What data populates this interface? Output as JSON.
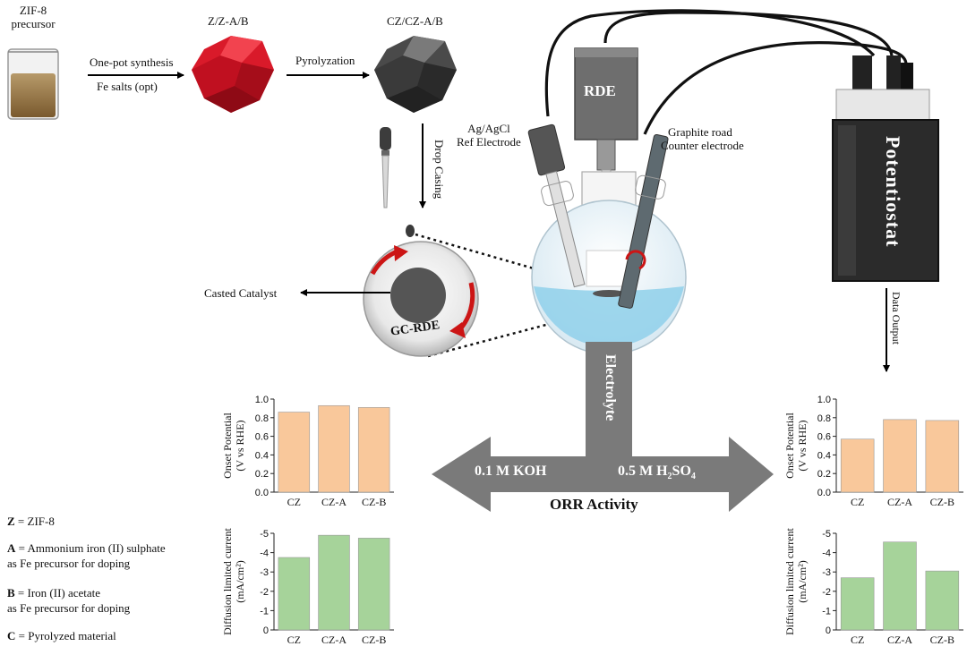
{
  "labels": {
    "zif8_precursor": [
      "ZIF-8",
      "precursor"
    ],
    "step1_top": "One-pot synthesis",
    "step1_bottom": "Fe salts (opt)",
    "z_label": "Z/Z-A/B",
    "pyrolyzation": "Pyrolyzation",
    "cz_label": "CZ/CZ-A/B",
    "drop_casing": "Drop Casing",
    "casted_catalyst": "Casted Catalyst",
    "gc_rde": "GC-RDE",
    "rde": "RDE",
    "ref_electrode": [
      "Ag/AgCl",
      "Ref Electrode"
    ],
    "counter_electrode": [
      "Graphite road",
      "Counter electrode"
    ],
    "potentiostat": "Potentiostat",
    "data_output": "Data Output",
    "electrolyte": "Electrolyte",
    "koh": "0.1 M KOH",
    "h2so4_prefix": "0.5 M H",
    "h2so4_sub": "2",
    "h2so4_suffix": "SO",
    "h2so4_sub2": "4",
    "orr_activity": "ORR Activity"
  },
  "legend": [
    {
      "key": "Z",
      "sep": " =   ",
      "text": [
        "ZIF-8"
      ]
    },
    {
      "key": "A",
      "sep": " =  ",
      "text": [
        "Ammonium iron (II) sulphate",
        "as Fe precursor for  doping"
      ]
    },
    {
      "key": "B",
      "sep": " = ",
      "text": [
        "Iron (II) acetate",
        "as Fe  precursor for doping"
      ]
    },
    {
      "key": "C",
      "sep": " = ",
      "text": [
        "Pyrolyzed material"
      ]
    }
  ],
  "colors": {
    "onset_bar": "#f9c89b",
    "diffusion_bar": "#a6d39a",
    "arrow_gray": "#7a7a7a",
    "crystal_red": "#d91a2a",
    "crystal_dark": "#444444",
    "potentiostat_body": "#2b2b2b",
    "liquid": "#8fd0ea"
  },
  "chart_data": [
    {
      "type": "bar",
      "panel": "KOH onset",
      "categories": [
        "CZ",
        "CZ-A",
        "CZ-B"
      ],
      "values": [
        0.86,
        0.93,
        0.91
      ],
      "ylabel": [
        "Onset Potential",
        "(V vs RHE)"
      ],
      "ylim": [
        0,
        1.0
      ],
      "ticks": [
        "1.0",
        "0.8",
        "0.6",
        "0.4",
        "0.2",
        "0.0"
      ]
    },
    {
      "type": "bar",
      "panel": "H2SO4 onset",
      "categories": [
        "CZ",
        "CZ-A",
        "CZ-B"
      ],
      "values": [
        0.57,
        0.78,
        0.77
      ],
      "ylabel": [
        "Onset Potential",
        "(V vs RHE)"
      ],
      "ylim": [
        0,
        1.0
      ],
      "ticks": [
        "1.0",
        "0.8",
        "0.6",
        "0.4",
        "0.2",
        "0.0"
      ]
    },
    {
      "type": "bar",
      "panel": "KOH diffusion",
      "categories": [
        "CZ",
        "CZ-A",
        "CZ-B"
      ],
      "values": [
        -3.75,
        -4.9,
        -4.75
      ],
      "ylabel": [
        "Diffusion limited current",
        "(mA/cm²)"
      ],
      "ylim": [
        0,
        -5
      ],
      "ticks": [
        "-5",
        "-4",
        "-3",
        "-2",
        "-1",
        "0"
      ]
    },
    {
      "type": "bar",
      "panel": "H2SO4 diffusion",
      "categories": [
        "CZ",
        "CZ-A",
        "CZ-B"
      ],
      "values": [
        -2.7,
        -4.55,
        -3.05
      ],
      "ylabel": [
        "Diffusion limited current",
        "(mA/cm²)"
      ],
      "ylim": [
        0,
        -5
      ],
      "ticks": [
        "-5",
        "-4",
        "-3",
        "-2",
        "-1",
        "0"
      ]
    }
  ]
}
